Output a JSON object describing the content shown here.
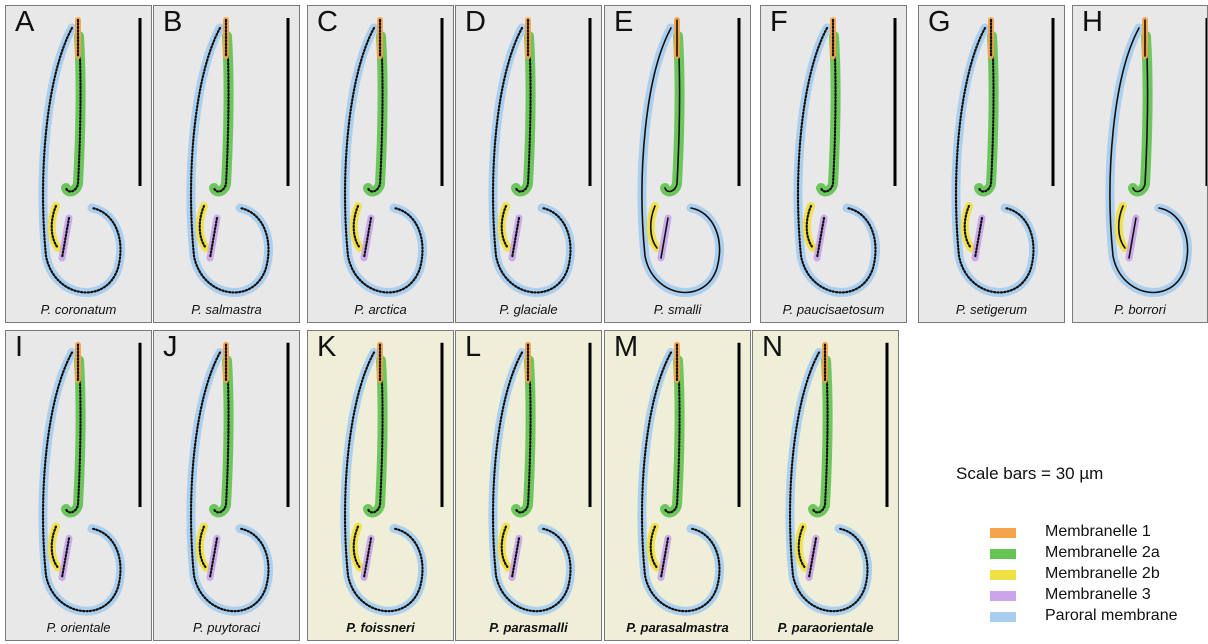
{
  "colors": {
    "membranelle_1": "#f5a34a",
    "membranelle_2a": "#66c455",
    "membranelle_2b": "#f0e044",
    "membranelle_3": "#c9a6ea",
    "paroral_membrane": "#a9cdee",
    "panel_gray": "#e8e8e8",
    "panel_tan": "#efeed8"
  },
  "panels": [
    {
      "letter": "A",
      "species": "P. coronatum",
      "bold": false,
      "bg": "gray",
      "style": "dotted"
    },
    {
      "letter": "B",
      "species": "P. salmastra",
      "bold": false,
      "bg": "gray",
      "style": "dotted"
    },
    {
      "letter": "C",
      "species": "P. arctica",
      "bold": false,
      "bg": "gray",
      "style": "dotted"
    },
    {
      "letter": "D",
      "species": "P. glaciale",
      "bold": false,
      "bg": "gray",
      "style": "dotted"
    },
    {
      "letter": "E",
      "species": "P. smalli",
      "bold": false,
      "bg": "gray",
      "style": "solid"
    },
    {
      "letter": "F",
      "species": "P. paucisaetosum",
      "bold": false,
      "bg": "gray",
      "style": "dotted"
    },
    {
      "letter": "G",
      "species": "P. setigerum",
      "bold": false,
      "bg": "gray",
      "style": "dotted"
    },
    {
      "letter": "H",
      "species": "P. borrori",
      "bold": false,
      "bg": "gray",
      "style": "solid"
    },
    {
      "letter": "I",
      "species": "P. orientale",
      "bold": false,
      "bg": "gray",
      "style": "dotted"
    },
    {
      "letter": "J",
      "species": "P. puytoraci",
      "bold": false,
      "bg": "gray",
      "style": "dotted"
    },
    {
      "letter": "K",
      "species": "P. foissneri",
      "bold": true,
      "bg": "tan",
      "style": "dotted"
    },
    {
      "letter": "L",
      "species": "P. parasmalli",
      "bold": true,
      "bg": "tan",
      "style": "dotted"
    },
    {
      "letter": "M",
      "species": "P. parasalmastra",
      "bold": true,
      "bg": "tan",
      "style": "dotted"
    },
    {
      "letter": "N",
      "species": "P. paraorientale",
      "bold": true,
      "bg": "tan",
      "style": "dotted"
    }
  ],
  "scale_note": "Scale bars = 30 µm",
  "legend": [
    {
      "label": "Membranelle 1",
      "color_key": "membranelle_1"
    },
    {
      "label": "Membranelle 2a",
      "color_key": "membranelle_2a"
    },
    {
      "label": "Membranelle 2b",
      "color_key": "membranelle_2b"
    },
    {
      "label": "Membranelle 3",
      "color_key": "membranelle_3"
    },
    {
      "label": "Paroral membrane",
      "color_key": "paroral_membrane"
    }
  ]
}
